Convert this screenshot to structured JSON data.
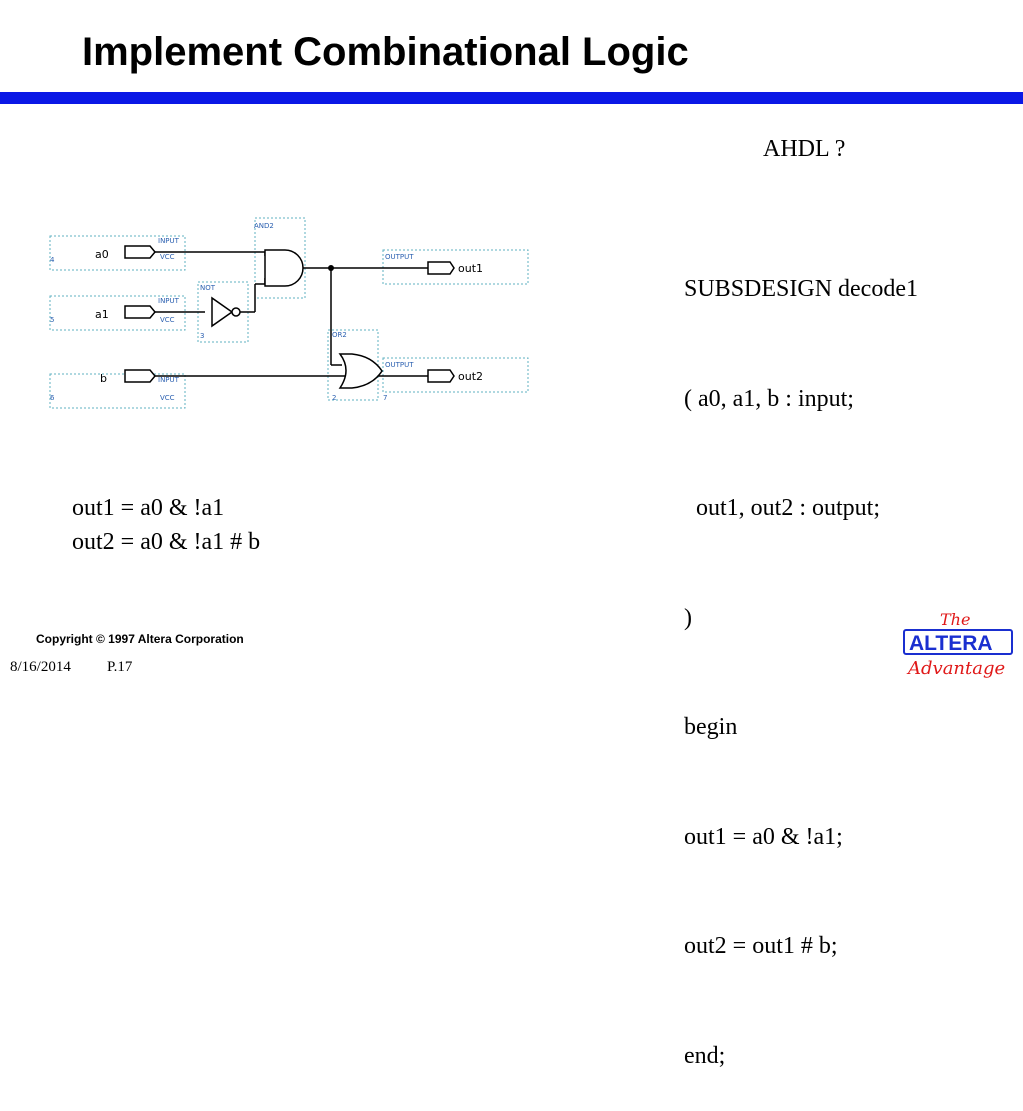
{
  "slide": {
    "title": "Implement Combinational Logic",
    "accent_color": "#0a18e6"
  },
  "ahdl": {
    "heading": "AHDL ?",
    "lines": [
      "SUBSDESIGN decode1",
      "( a0, a1, b : input;",
      "  out1, out2 : output;",
      ")",
      "begin",
      "out1 = a0 & !a1;",
      "out2 = out1 # b;",
      "end;"
    ]
  },
  "equations": {
    "line1": "out1 = a0 & !a1",
    "line2": "out2 = a0 & !a1 # b"
  },
  "schematic": {
    "inputs": [
      {
        "name": "a0",
        "type": "INPUT",
        "sub": "VCC",
        "pin": "4"
      },
      {
        "name": "a1",
        "type": "INPUT",
        "sub": "VCC",
        "pin": "5"
      },
      {
        "name": "b",
        "type": "INPUT",
        "sub": "VCC",
        "pin": "6"
      }
    ],
    "outputs": [
      {
        "name": "out1",
        "type": "OUTPUT"
      },
      {
        "name": "out2",
        "type": "OUTPUT"
      }
    ],
    "gates": {
      "and": "AND2",
      "not": "NOT",
      "or": "OR2",
      "not_pin": "3",
      "or_pin": "2",
      "or_pin2": "7"
    }
  },
  "footer": {
    "copyright": "Copyright © 1997 Altera Corporation",
    "date": "8/16/2014",
    "page": "P.17"
  },
  "logo": {
    "the": "The",
    "brand": "ALTERA",
    "tagline": "Advantage",
    "colors": {
      "blue": "#1a2fd0",
      "red": "#e01818"
    }
  }
}
